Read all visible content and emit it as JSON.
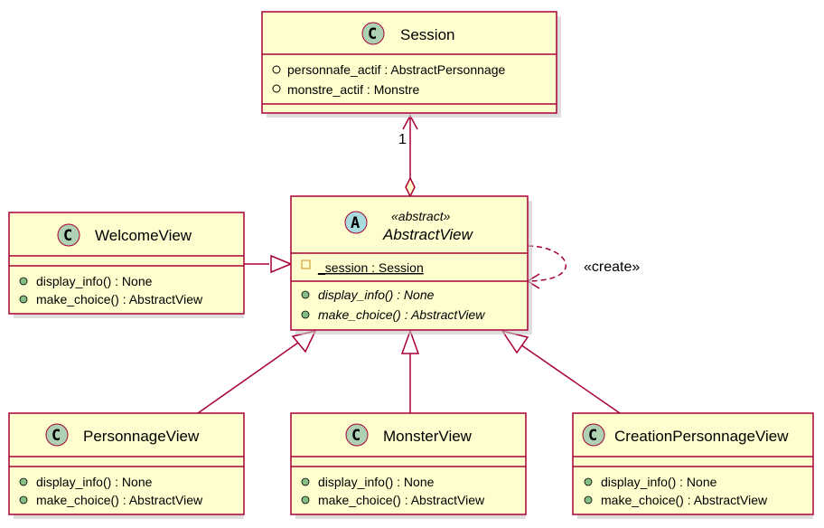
{
  "classes": {
    "session": {
      "letter": "C",
      "name": "Session",
      "fields": [
        "personnafe_actif : AbstractPersonnage",
        "monstre_actif : Monstre"
      ]
    },
    "abstract_view": {
      "letter": "A",
      "stereotype": "«abstract»",
      "name": "AbstractView",
      "field": "_session : Session",
      "methods": [
        "display_info() : None",
        "make_choice() : AbstractView"
      ]
    },
    "welcome_view": {
      "letter": "C",
      "name": "WelcomeView",
      "methods": [
        "display_info() : None",
        "make_choice() : AbstractView"
      ]
    },
    "personnage_view": {
      "letter": "C",
      "name": "PersonnageView",
      "methods": [
        "display_info() : None",
        "make_choice() : AbstractView"
      ]
    },
    "monster_view": {
      "letter": "C",
      "name": "MonsterView",
      "methods": [
        "display_info() : None",
        "make_choice() : AbstractView"
      ]
    },
    "creation_view": {
      "letter": "C",
      "name": "CreationPersonnageView",
      "methods": [
        "display_info() : None",
        "make_choice() : AbstractView"
      ]
    }
  },
  "relations": {
    "multiplicity": "1",
    "self_label": "«create»"
  },
  "colors": {
    "border": "#A80036",
    "fill": "#FEFECE",
    "class_circle": "#ADD1B2",
    "abstract_circle": "#A9DCDF",
    "field_public": "#84BE84"
  }
}
